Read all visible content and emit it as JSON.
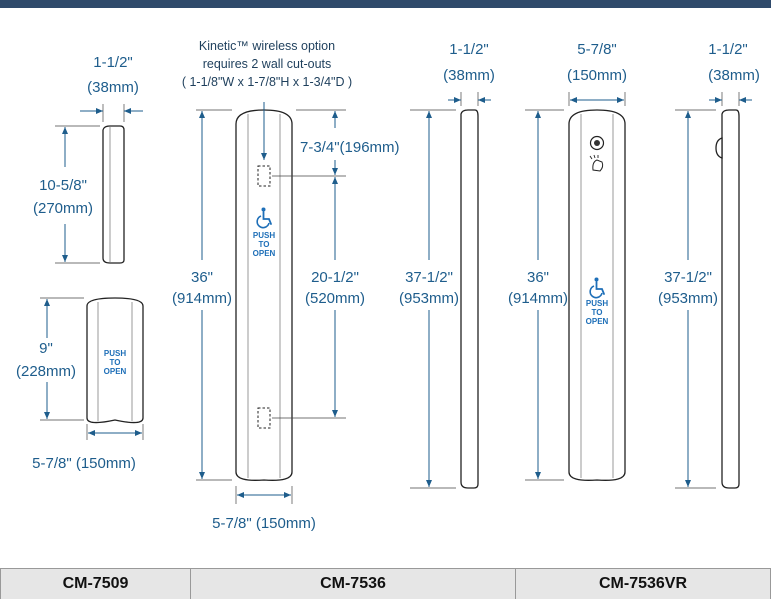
{
  "note": {
    "line1": "Kinetic™ wireless option",
    "line2": "requires 2 wall cut-outs",
    "line3": "( 1-1/8\"W x 1-7/8\"H x 1-3/4\"D )"
  },
  "push_label": [
    "PUSH",
    "TO",
    "OPEN"
  ],
  "cm7509": {
    "side_width": [
      "1-1/2\"",
      "(38mm)"
    ],
    "side_height": [
      "10-5/8\"",
      "(270mm)"
    ],
    "front_height": [
      "9\"",
      "(228mm)"
    ],
    "front_width": "5-7/8\" (150mm)"
  },
  "cm7536": {
    "height": [
      "36\"",
      "(914mm)"
    ],
    "cutout_top": "7-3/4\"(196mm)",
    "cutout_span": [
      "20-1/2\"",
      "(520mm)"
    ],
    "width": "5-7/8\" (150mm)",
    "side_width": [
      "1-1/2\"",
      "(38mm)"
    ],
    "side_height": [
      "37-1/2\"",
      "(953mm)"
    ]
  },
  "cm7536vr": {
    "width": [
      "5-7/8\"",
      "(150mm)"
    ],
    "height": [
      "36\"",
      "(914mm)"
    ],
    "side_width": [
      "1-1/2\"",
      "(38mm)"
    ],
    "side_height": [
      "37-1/2\"",
      "(953mm)"
    ]
  },
  "footer": [
    "CM-7509",
    "CM-7536",
    "CM-7536VR"
  ],
  "colors": {
    "accent": "#1e5d8c",
    "header_bar": "#2f4a6b",
    "footer_bg": "#e6e6e6",
    "push_text": "#1e6fb8"
  },
  "icons": [
    "wheelchair-icon",
    "sensor-icon",
    "hand-wave-icon"
  ]
}
